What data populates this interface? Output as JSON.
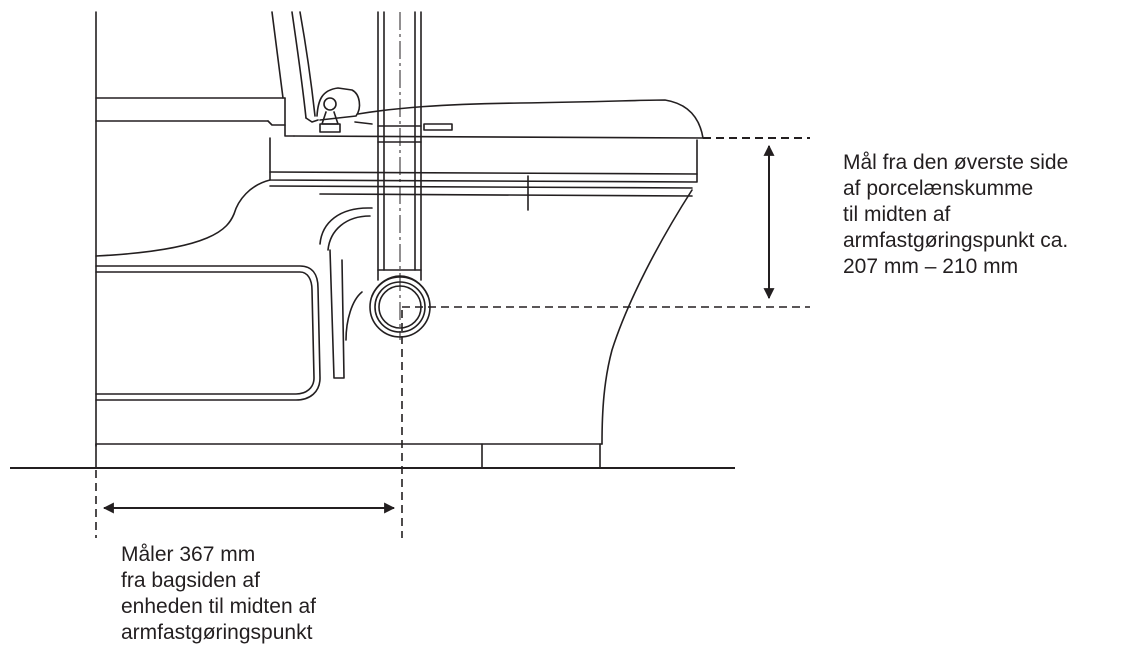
{
  "diagram": {
    "height_callout": {
      "lines": [
        "Mål fra den øverste side",
        "af porcelænskumme",
        "til midten af",
        "armfastgøringspunkt ca.",
        "207 mm – 210 mm"
      ]
    },
    "depth_callout": {
      "lines": [
        "Måler 367 mm",
        "fra bagsiden af",
        "enheden til midten af",
        "armfastgøringspunkt"
      ]
    },
    "colors": {
      "ink": "#231f20",
      "paper": "#ffffff"
    }
  }
}
